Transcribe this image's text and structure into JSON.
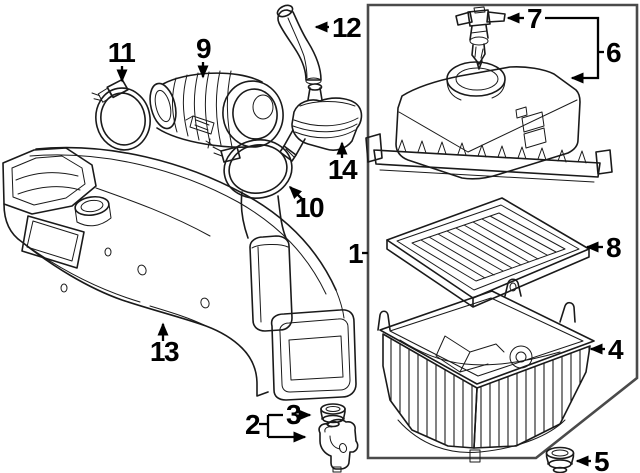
{
  "diagram": {
    "subject": "Exploded air intake parts diagram with numbered callouts",
    "background_color": "#ffffff",
    "line_color": "#1a1a1a",
    "boundary_box_color": "#4a4a4a",
    "callout_color": "#000000",
    "callouts": {
      "c1": "1",
      "c2": "2",
      "c3": "3",
      "c4": "4",
      "c5": "5",
      "c6": "6",
      "c7": "7",
      "c8": "8",
      "c9": "9",
      "c10": "10",
      "c11": "11",
      "c12": "12",
      "c13": "13",
      "c14": "14"
    }
  }
}
